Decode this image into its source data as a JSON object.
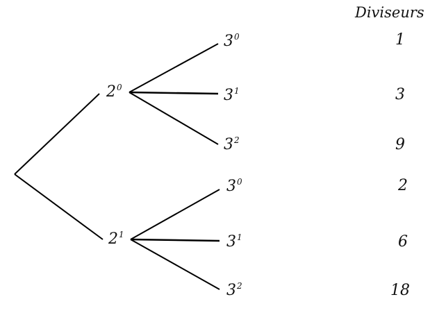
{
  "header": {
    "title": "Diviseurs"
  },
  "tree": {
    "root_children": [
      {
        "base": "2",
        "exp": "0",
        "children": [
          {
            "base": "3",
            "exp": "0",
            "divisor": "1"
          },
          {
            "base": "3",
            "exp": "1",
            "divisor": "3"
          },
          {
            "base": "3",
            "exp": "2",
            "divisor": "9"
          }
        ]
      },
      {
        "base": "2",
        "exp": "1",
        "children": [
          {
            "base": "3",
            "exp": "0",
            "divisor": "2"
          },
          {
            "base": "3",
            "exp": "1",
            "divisor": "6"
          },
          {
            "base": "3",
            "exp": "2",
            "divisor": "18"
          }
        ]
      }
    ]
  }
}
